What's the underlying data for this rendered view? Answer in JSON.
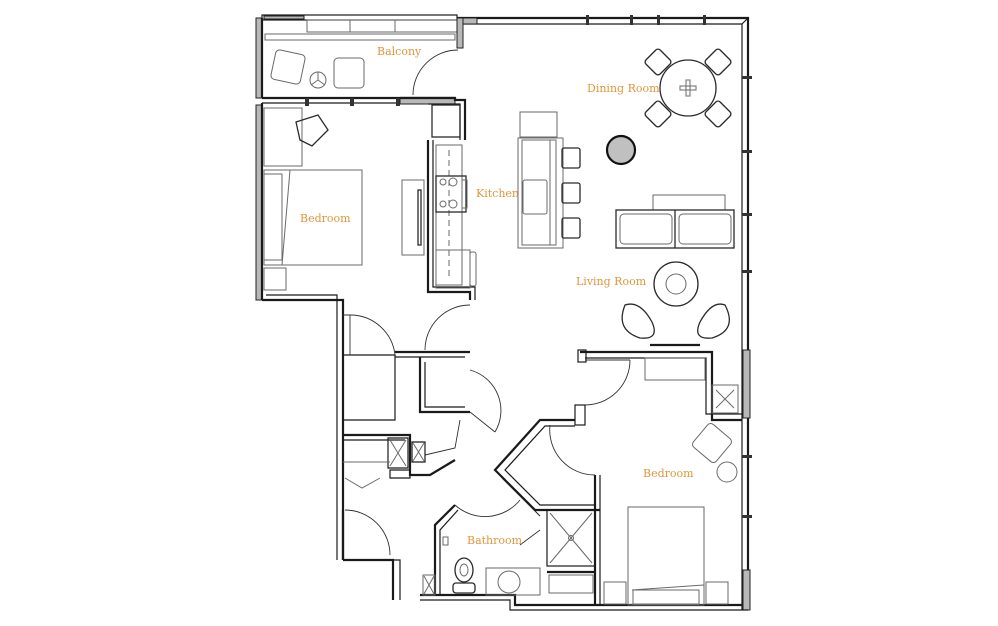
{
  "floorplan": {
    "label_color": "#e0963c",
    "wall_color": "#1a1a1a",
    "rooms": [
      {
        "id": "balcony",
        "label": "Balcony"
      },
      {
        "id": "dining-room",
        "label": "Dining Room"
      },
      {
        "id": "kitchen",
        "label": "Kitchen"
      },
      {
        "id": "bedroom-1",
        "label": "Bedroom"
      },
      {
        "id": "living-room",
        "label": "Living Room"
      },
      {
        "id": "bedroom-2",
        "label": "Bedroom"
      },
      {
        "id": "bathroom",
        "label": "Bathroom"
      }
    ]
  }
}
